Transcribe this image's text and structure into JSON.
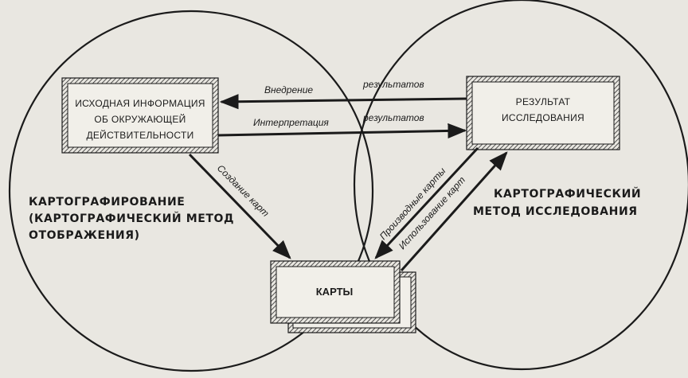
{
  "diagram": {
    "source_box": [
      "ИСХОДНАЯ ИНФОРМАЦИЯ",
      "ОБ ОКРУЖАЮЩЕЙ",
      "ДЕЙСТВИТЕЛЬНОСТИ"
    ],
    "result_box": [
      "РЕЗУЛЬТАТ",
      "ИССЛЕДОВАНИЯ"
    ],
    "maps_box": "КАРТЫ",
    "left_region": [
      "КАРТОГРАФИРОВАНИЕ",
      "(КАРТОГРАФИЧЕСКИЙ МЕТОД",
      "ОТОБРАЖЕНИЯ)"
    ],
    "right_region": [
      "КАРТОГРАФИЧЕСКИЙ",
      "МЕТОД ИССЛЕДОВАНИЯ"
    ],
    "arrows": {
      "implementation": [
        "Внедрение",
        "результатов"
      ],
      "interpretation": [
        "Интерпретация",
        "результатов"
      ],
      "map_creation": "Создание карт",
      "derived_maps": "Производные карты",
      "map_use": "Использование карт"
    }
  }
}
